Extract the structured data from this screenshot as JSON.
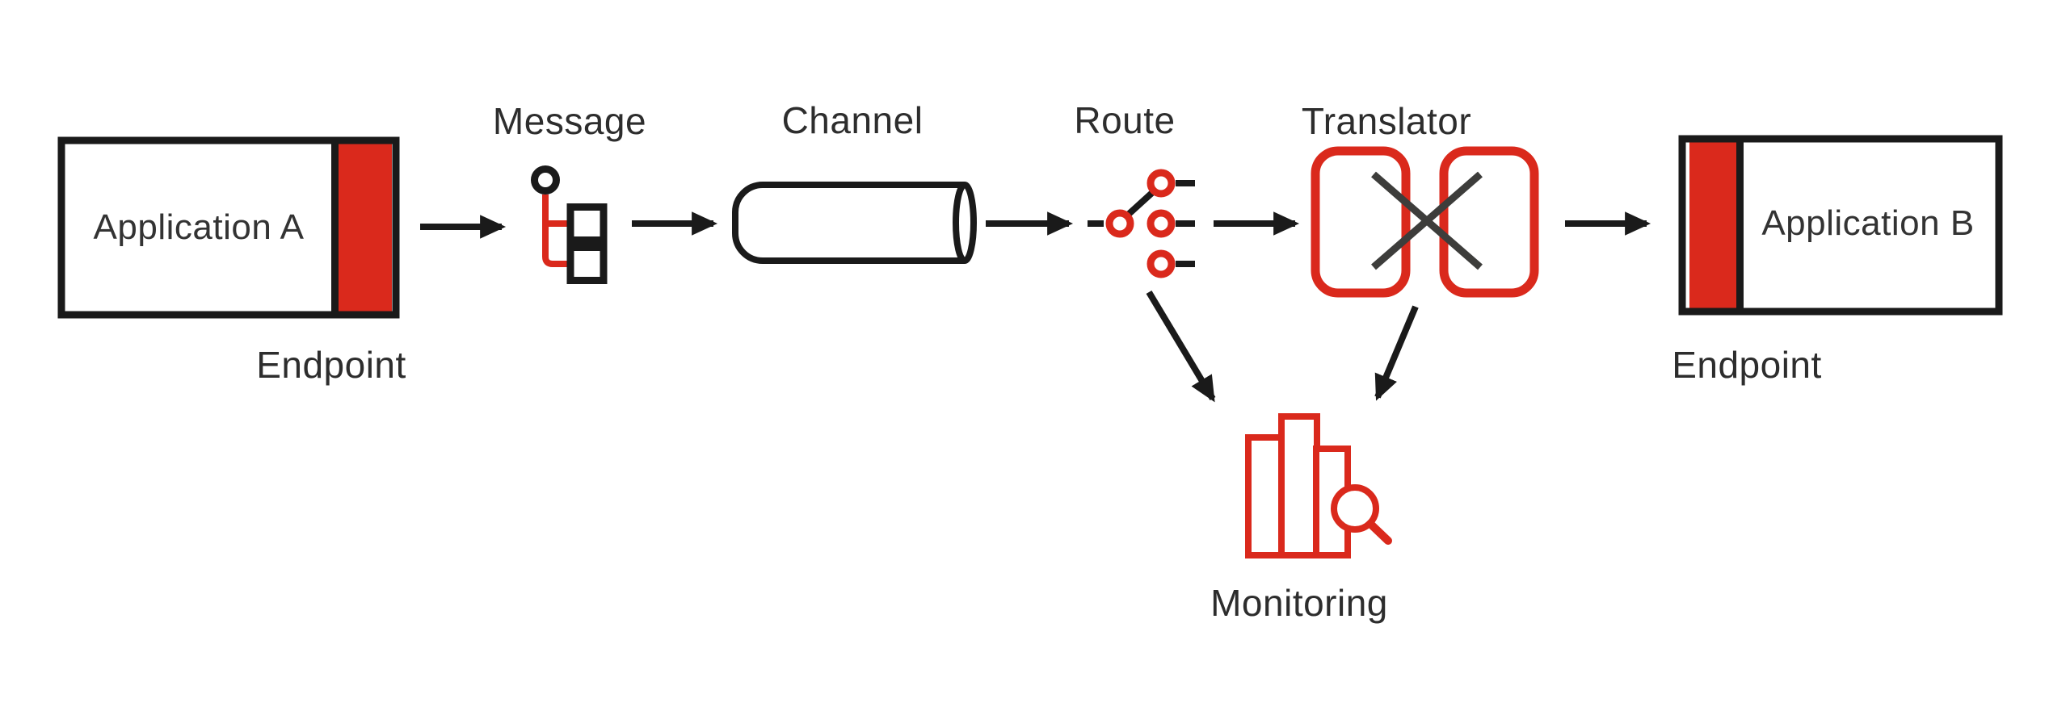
{
  "diagram": {
    "description": "Integration flow diagram",
    "colors": {
      "accent_red": "#da291c",
      "line_black": "#1a1a1a",
      "cross_gray": "#3d3d3b",
      "text": "#2d2d2d",
      "background": "#ffffff"
    },
    "nodes": {
      "application_a": {
        "label": "Application A",
        "sublabel": "Endpoint",
        "icon": "application-box-icon"
      },
      "message": {
        "label": "Message",
        "icon": "message-tree-icon"
      },
      "channel": {
        "label": "Channel",
        "icon": "channel-pipe-icon"
      },
      "route": {
        "label": "Route",
        "icon": "route-switch-icon"
      },
      "translator": {
        "label": "Translator",
        "icon": "translator-crossed-boxes-icon"
      },
      "application_b": {
        "label": "Application B",
        "sublabel": "Endpoint",
        "icon": "application-box-icon"
      },
      "monitoring": {
        "label": "Monitoring",
        "icon": "monitoring-barchart-magnifier-icon"
      }
    },
    "edges": [
      {
        "from": "Application A",
        "to": "Message"
      },
      {
        "from": "Message",
        "to": "Channel"
      },
      {
        "from": "Channel",
        "to": "Route"
      },
      {
        "from": "Route",
        "to": "Translator"
      },
      {
        "from": "Translator",
        "to": "Application B"
      },
      {
        "from": "Route",
        "to": "Monitoring"
      },
      {
        "from": "Translator",
        "to": "Monitoring"
      }
    ]
  }
}
